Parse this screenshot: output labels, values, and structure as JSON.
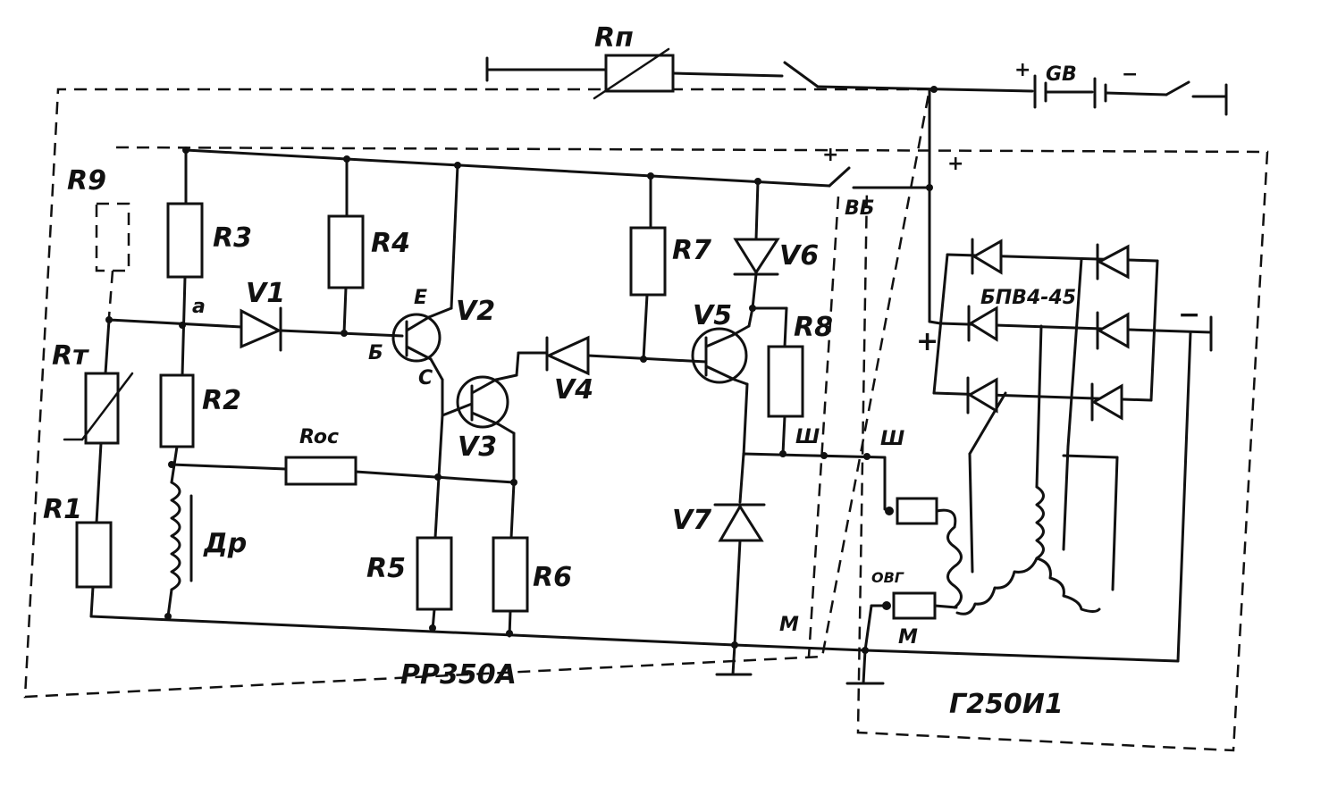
{
  "labels": {
    "rp": "Rп",
    "gb": "GB",
    "gb_plus": "+",
    "gb_minus": "−",
    "r9": "R9",
    "r3": "R3",
    "r4": "R4",
    "r7": "R7",
    "v6": "V6",
    "vs": "ВБ",
    "plus_vs": "+",
    "plus_gen": "+",
    "v1": "V1",
    "a": "а",
    "e": "Е",
    "v2": "V2",
    "b": "Б",
    "c": "С",
    "v5": "V5",
    "r8": "R8",
    "blok": "БПВ4-45",
    "plus_blok": "+",
    "minus_blok": "−",
    "rt": "Rт",
    "r2": "R2",
    "v3": "V3",
    "v4": "V4",
    "roc": "Roс",
    "sh1": "Ш",
    "sh2": "Ш",
    "r1": "R1",
    "dr": "Др",
    "r5": "R5",
    "r6": "R6",
    "v7": "V7",
    "owg": "ОВГ",
    "m1": "М",
    "m2": "М",
    "regulator": "РР350А",
    "generator": "Г250И1"
  }
}
